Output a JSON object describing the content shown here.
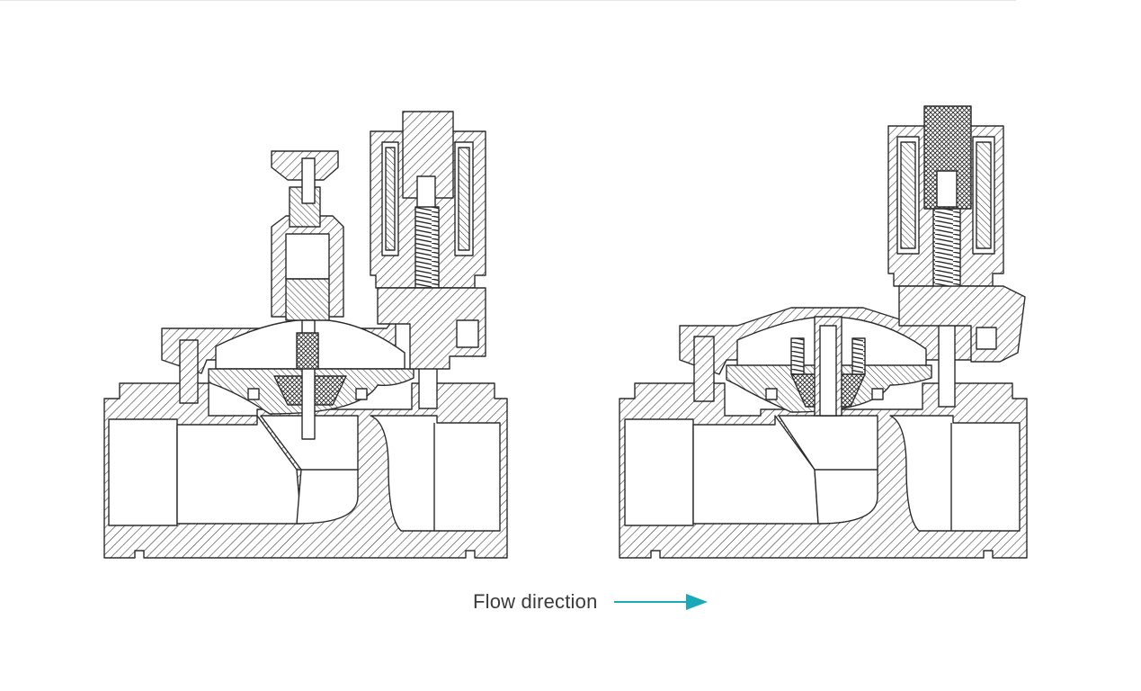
{
  "figure": {
    "panels": [
      {
        "name": "left-valve-section"
      },
      {
        "name": "right-valve-section"
      }
    ],
    "legend": {
      "label": "Flow direction",
      "arrow_color": "#1aa9b8"
    },
    "line_color": "#2b2b2b"
  }
}
